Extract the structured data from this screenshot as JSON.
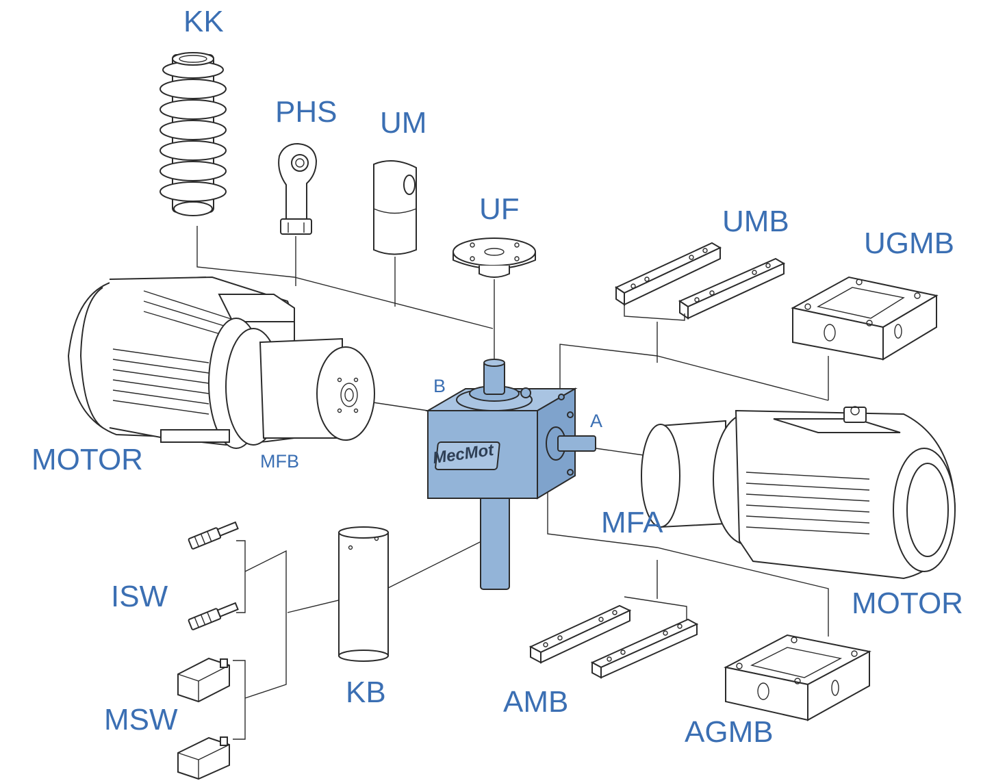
{
  "labels": {
    "kk": "KK",
    "phs": "PHS",
    "um": "UM",
    "uf": "UF",
    "umb": "UMB",
    "ugmb": "UGMB",
    "motor_left": "MOTOR",
    "mfb": "MFB",
    "b": "B",
    "a": "A",
    "mfa": "MFA",
    "motor_right": "MOTOR",
    "isw": "ISW",
    "kb": "KB",
    "amb": "AMB",
    "agmb": "AGMB",
    "msw": "MSW"
  },
  "brand": "MecMot",
  "colors": {
    "label": "#3b6fb3",
    "gearbox": "#93b4d8",
    "line": "#2b2b2b"
  }
}
